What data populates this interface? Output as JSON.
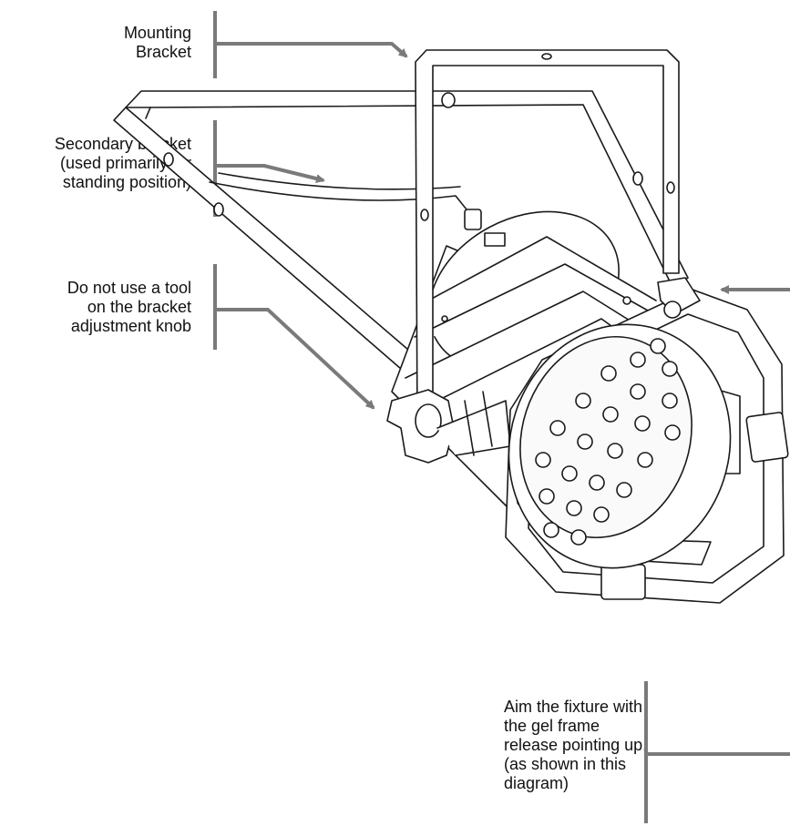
{
  "labels": {
    "mounting_bracket": "Mounting\nBracket",
    "secondary_bracket": "Secondary bracket\n(used primarily for\nstanding position)",
    "no_tool": "Do not use a tool\non the bracket\nadjustment knob",
    "aim_fixture": "Aim the fixture with\nthe gel frame\nrelease pointing up,\n(as shown in this\ndiagram)"
  },
  "colors": {
    "callout": "#7a7a7a",
    "line_art": "#1a1a1a",
    "background": "#ffffff"
  }
}
